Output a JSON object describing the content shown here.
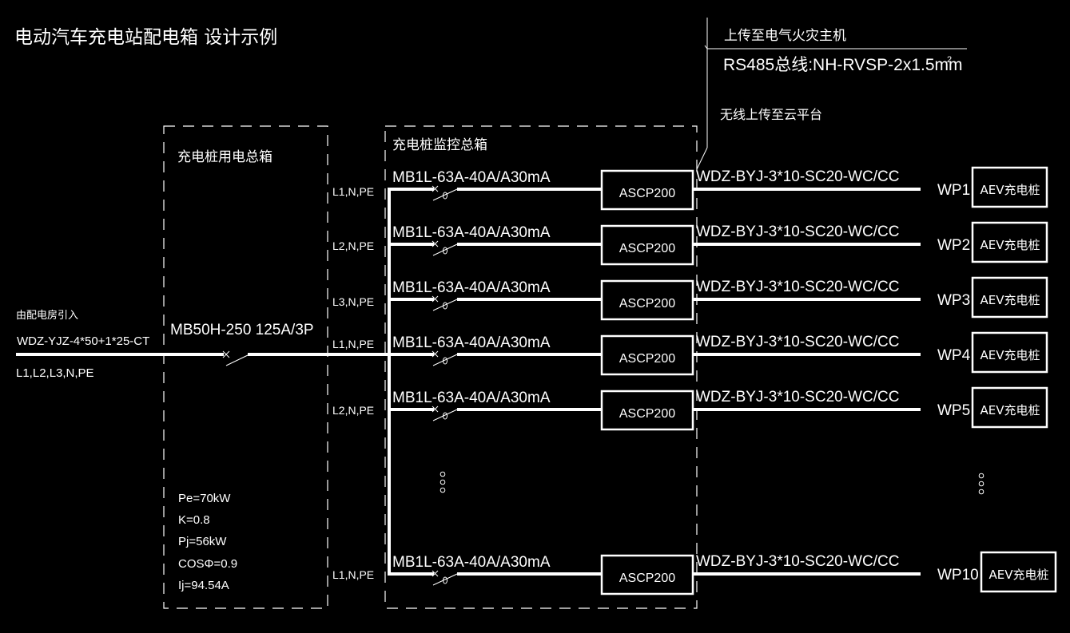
{
  "title": "电动汽车充电站配电箱 设计示例",
  "colors": {
    "background": "#000000",
    "lines": "#ffffff"
  },
  "upload": {
    "fire_host_label": "上传至电气火灾主机",
    "bus_label": "RS485总线:NH-RVSP-2x1.5mm",
    "bus_superscript": "2",
    "wireless_label": "无线上传至云平台"
  },
  "incoming": {
    "source_label": "由配电房引入",
    "cable": "WDZ-YJZ-4*50+1*25-CT",
    "phases": "L1,L2,L3,N,PE"
  },
  "main_box": {
    "title": "充电桩用电总箱",
    "breaker": "MB50H-250 125A/3P",
    "params": [
      "Pe=70kW",
      "K=0.8",
      "Pj=56kW",
      "COSΦ=0.9",
      "Ij=94.54A"
    ]
  },
  "monitor_box": {
    "title": "充电桩监控总箱"
  },
  "branches": [
    {
      "phase": "L1,N,PE",
      "breaker": "MB1L-63A-40A/A30mA",
      "monitor": "ASCP200",
      "cable": "WDZ-BYJ-3*10-SC20-WC/CC",
      "circuit": "WP1",
      "load": "AEV充电桩"
    },
    {
      "phase": "L2,N,PE",
      "breaker": "MB1L-63A-40A/A30mA",
      "monitor": "ASCP200",
      "cable": "WDZ-BYJ-3*10-SC20-WC/CC",
      "circuit": "WP2",
      "load": "AEV充电桩"
    },
    {
      "phase": "L3,N,PE",
      "breaker": "MB1L-63A-40A/A30mA",
      "monitor": "ASCP200",
      "cable": "WDZ-BYJ-3*10-SC20-WC/CC",
      "circuit": "WP3",
      "load": "AEV充电桩"
    },
    {
      "phase": "L1,N,PE",
      "breaker": "MB1L-63A-40A/A30mA",
      "monitor": "ASCP200",
      "cable": "WDZ-BYJ-3*10-SC20-WC/CC",
      "circuit": "WP4",
      "load": "AEV充电桩"
    },
    {
      "phase": "L2,N,PE",
      "breaker": "MB1L-63A-40A/A30mA",
      "monitor": "ASCP200",
      "cable": "WDZ-BYJ-3*10-SC20-WC/CC",
      "circuit": "WP5",
      "load": "AEV充电桩"
    },
    {
      "phase": "L1,N,PE",
      "breaker": "MB1L-63A-40A/A30mA",
      "monitor": "ASCP200",
      "cable": "WDZ-BYJ-3*10-SC20-WC/CC",
      "circuit": "WP10",
      "load": "AEV充电桩"
    }
  ],
  "ellipsis": "ooo"
}
